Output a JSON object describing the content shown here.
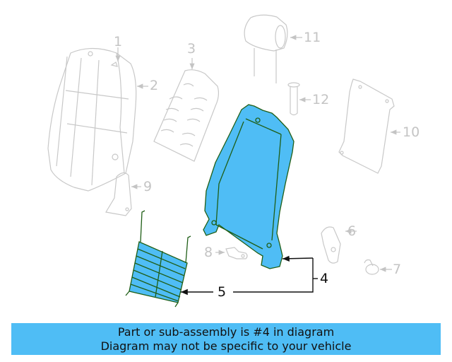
{
  "diagram": {
    "highlight_color": "#4fbdf5",
    "outline_color": "#1f5e16",
    "ghost_color": "#c4c4c4",
    "callouts": [
      {
        "id": "1",
        "label": "1",
        "highlighted": false
      },
      {
        "id": "2",
        "label": "2",
        "highlighted": false
      },
      {
        "id": "3",
        "label": "3",
        "highlighted": false
      },
      {
        "id": "4",
        "label": "4",
        "highlighted": true
      },
      {
        "id": "5",
        "label": "5",
        "highlighted": true
      },
      {
        "id": "6",
        "label": "6",
        "highlighted": false
      },
      {
        "id": "7",
        "label": "7",
        "highlighted": false
      },
      {
        "id": "8",
        "label": "8",
        "highlighted": false
      },
      {
        "id": "9",
        "label": "9",
        "highlighted": false
      },
      {
        "id": "10",
        "label": "10",
        "highlighted": false
      },
      {
        "id": "11",
        "label": "11",
        "highlighted": false
      },
      {
        "id": "12",
        "label": "12",
        "highlighted": false
      }
    ]
  },
  "banner": {
    "line1": "Part or sub-assembly is #4 in diagram",
    "line2": "Diagram may not be specific to your vehicle",
    "background": "#4fbdf5"
  }
}
